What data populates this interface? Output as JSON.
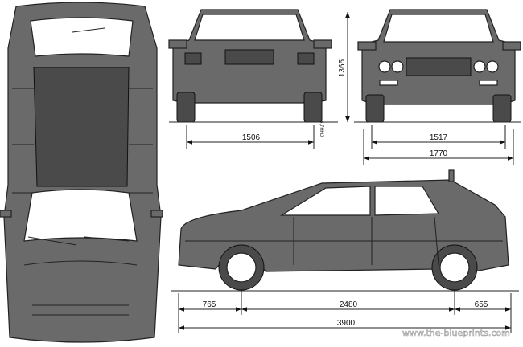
{
  "dimensions": {
    "rear_track": "1506",
    "front_track": "1517",
    "width": "1770",
    "height": "1365",
    "front_overhang": "765",
    "wheelbase": "2480",
    "rear_overhang": "655",
    "length": "3900"
  },
  "side_note": "4,7HHJ",
  "watermark": "www.the-blueprints.com",
  "colors": {
    "body": "#6a6a6a",
    "outline": "#222222"
  }
}
